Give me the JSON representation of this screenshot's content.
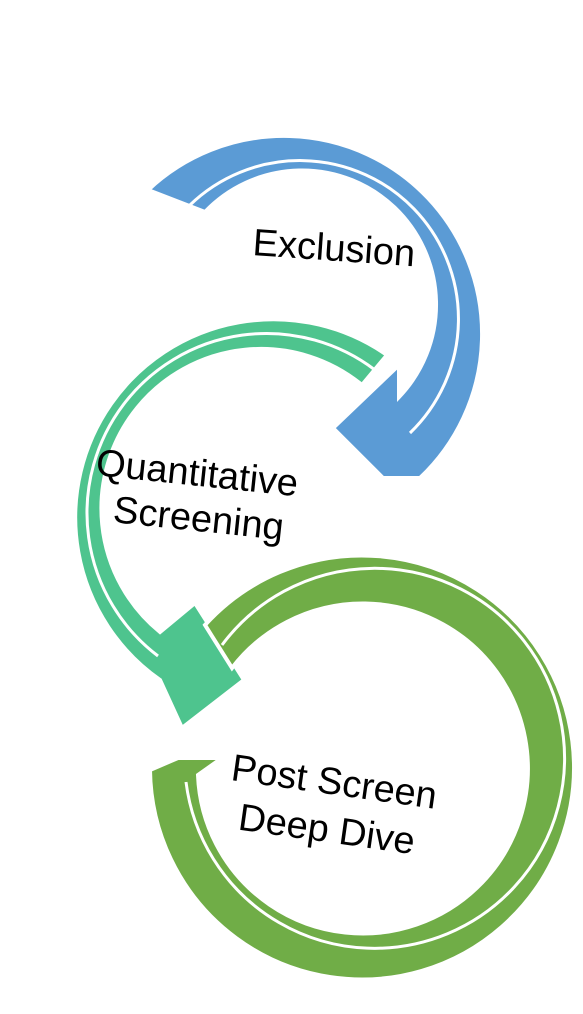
{
  "steps": [
    {
      "id": "exclusion",
      "lines": [
        "Exclusion"
      ],
      "color": "#5b9bd5"
    },
    {
      "id": "quantitative-screening",
      "lines": [
        "Quantitative",
        "Screening"
      ],
      "color": "#4ec48e"
    },
    {
      "id": "post-screen-deep-dive",
      "lines": [
        "Post Screen",
        "Deep Dive"
      ],
      "color": "#70ad47"
    }
  ]
}
